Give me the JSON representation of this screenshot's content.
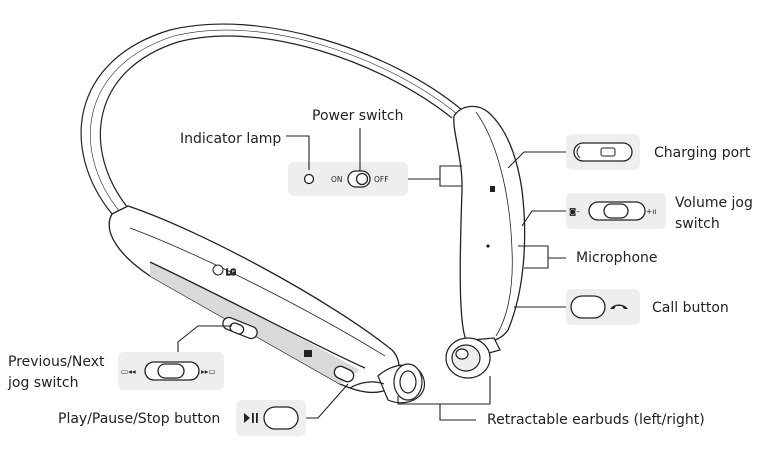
{
  "labels": {
    "indicator_lamp": "Indicator lamp",
    "power_switch": "Power switch",
    "charging_port": "Charging port",
    "volume_jog_1": "Volume jog",
    "volume_jog_2": "switch",
    "microphone": "Microphone",
    "call_button": "Call button",
    "prev_next_1": "Previous/Next",
    "prev_next_2": "jog switch",
    "play_pause": "Play/Pause/Stop button",
    "earbuds": "Retractable earbuds (left/right)"
  },
  "switch_text": {
    "on": "ON",
    "off": "OFF"
  },
  "brand": {
    "logo_text": "LG"
  },
  "colors": {
    "line": "#222222",
    "panel": "#eeeeee",
    "body": "#ffffff",
    "shade": "#d9d9d9"
  }
}
